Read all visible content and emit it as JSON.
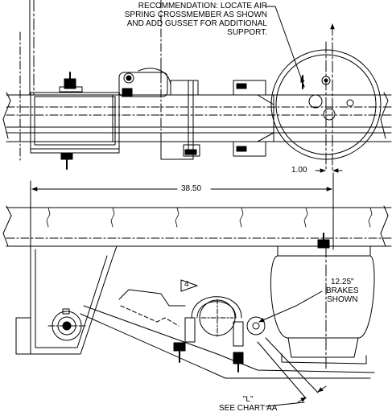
{
  "notes": {
    "recommendation": [
      "RECOMMENDATION: LOCATE AIR",
      "SPRING CROSSMEMBER AS SHOWN",
      "AND ADD GUSSET FOR ADDITIONAL",
      "SUPPORT."
    ],
    "brakes": [
      "12.25\"",
      "BRAKES",
      "SHOWN"
    ],
    "chart_ref": [
      "\"L\"",
      "SEE CHART AA"
    ]
  },
  "dimensions": {
    "offset": "1.00",
    "span": "38.50"
  },
  "callout_tag": "4"
}
